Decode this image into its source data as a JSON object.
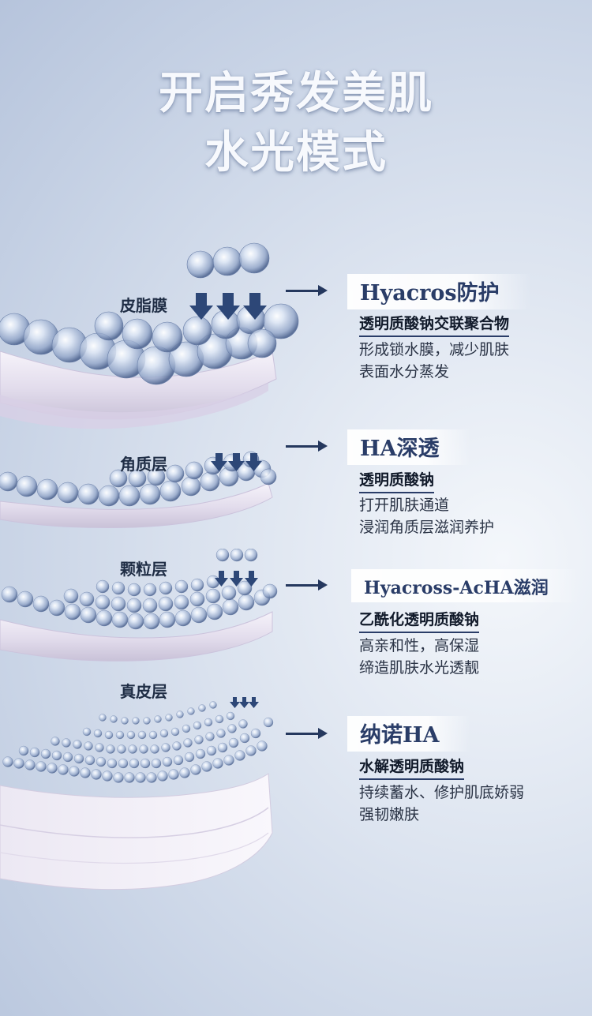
{
  "hero": {
    "line1": "开启秀发美肌",
    "line2": "水光模式"
  },
  "layers": [
    {
      "label": "皮脂膜",
      "tag": "Hyacros防护",
      "subtitle": "透明质酸钠交联聚合物",
      "desc_line1": "形成锁水膜，减少肌肤",
      "desc_line2": "表面水分蒸发"
    },
    {
      "label": "角质层",
      "tag": "HA深透",
      "subtitle": "透明质酸钠",
      "desc_line1": "打开肌肤通道",
      "desc_line2": "浸润角质层滋润养护"
    },
    {
      "label": "颗粒层",
      "tag": "Hyacross-AcHA滋润",
      "subtitle": "乙酰化透明质酸钠",
      "desc_line1": "高亲和性，高保湿",
      "desc_line2": "缔造肌肤水光透靓"
    },
    {
      "label": "真皮层",
      "tag": "纳诺HA",
      "subtitle": "水解透明质酸钠",
      "desc_line1": "持续蓄水、修护肌底娇弱",
      "desc_line2": "强韧嫩肤"
    }
  ],
  "colors": {
    "accent": "#2a3d68",
    "arrow": "#25385e",
    "background": "#c9d4e6"
  },
  "icons": {
    "pointer": "right-arrow-icon",
    "down_arrow": "down-arrow-icon"
  }
}
